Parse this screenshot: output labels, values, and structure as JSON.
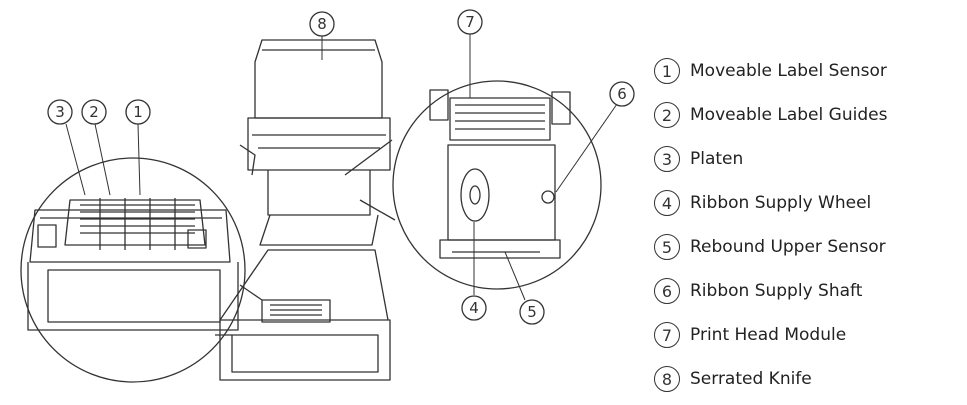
{
  "callouts": [
    "1",
    "2",
    "3",
    "4",
    "5",
    "6",
    "7",
    "8"
  ],
  "legend": [
    {
      "num": "1",
      "label": "Moveable Label Sensor"
    },
    {
      "num": "2",
      "label": "Moveable Label Guides"
    },
    {
      "num": "3",
      "label": "Platen"
    },
    {
      "num": "4",
      "label": "Ribbon Supply Wheel"
    },
    {
      "num": "5",
      "label": "Rebound Upper Sensor"
    },
    {
      "num": "6",
      "label": "Ribbon Supply Shaft"
    },
    {
      "num": "7",
      "label": "Print Head Module"
    },
    {
      "num": "8",
      "label": "Serrated Knife"
    }
  ],
  "colors": {
    "line": "#333333",
    "text": "#222222",
    "background": "#ffffff"
  }
}
